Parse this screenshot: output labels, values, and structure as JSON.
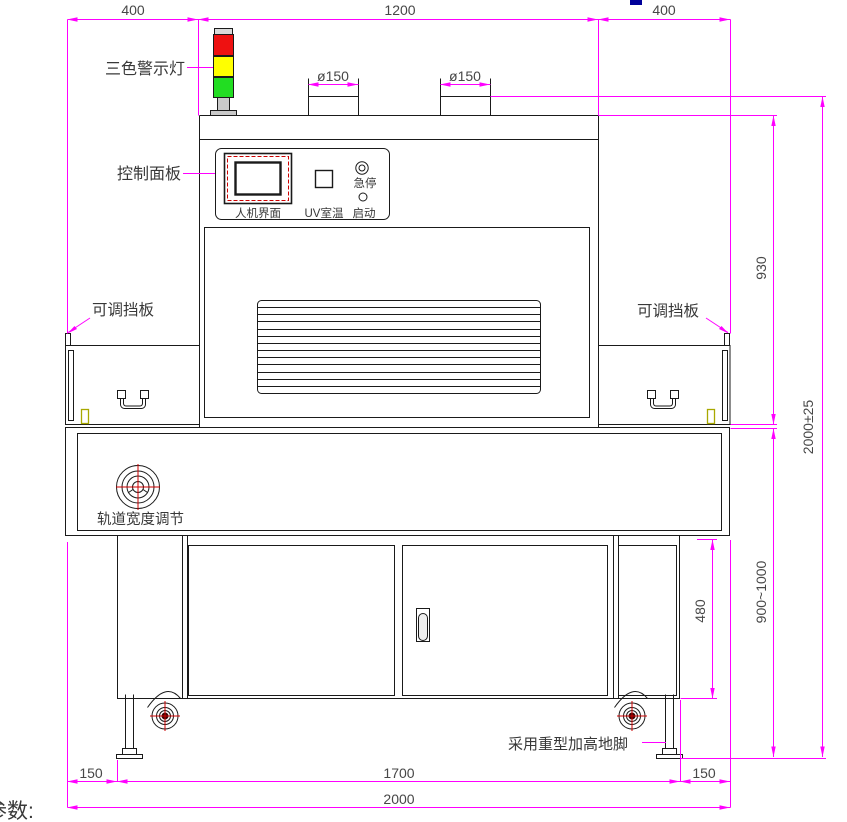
{
  "drawing": {
    "type": "engineering-front-view",
    "subject": "UV curing oven machine outline drawing"
  },
  "labels": {
    "warning_light": "三色警示灯",
    "control_panel": "控制面板",
    "baffle_left": "可调挡板",
    "baffle_right": "可调挡板",
    "track_width": "轨道宽度调节",
    "foot_note": "采用重型加高地脚",
    "params": "参数:",
    "hmi": "人机界面",
    "uv_temp": "UV室温",
    "estop": "急停",
    "start": "启动"
  },
  "dimensions": {
    "top_left": "400",
    "top_center": "1200",
    "top_right": "400",
    "vent1": "ø150",
    "vent2": "ø150",
    "right_upper": "930",
    "right_total": "2000±25",
    "right_lower": "900~1000",
    "cabinet_height": "480",
    "bottom_left": "150",
    "bottom_center": "1700",
    "bottom_right": "150",
    "bottom_total": "2000"
  },
  "colors": {
    "dimension": "#ff00ff",
    "line": "#000000",
    "red_light": "#ee1111",
    "yellow_light": "#ffff00",
    "green_light": "#22dd22",
    "gray": "#c9c9c9",
    "accent_red": "#cc0000",
    "olive": "#a8a800",
    "blue_fragment": "#00009a"
  }
}
